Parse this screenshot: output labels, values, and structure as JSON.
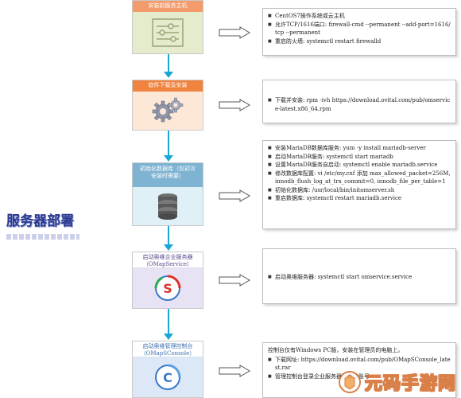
{
  "side_title": {
    "title": "服务器部署",
    "subtitle": ""
  },
  "steps": [
    {
      "title": "安装前服务主机",
      "icon": "sliders-icon",
      "colors": {
        "header": "#f39b6b",
        "body": "#e4eccd"
      }
    },
    {
      "title": "软件下载及安装",
      "icon": "gears-icon",
      "colors": {
        "header": "#f0833f",
        "body": "#fde8d8"
      }
    },
    {
      "title": "初始化数据库（仅初次\n安装时需要）",
      "icon": "database-icon",
      "colors": {
        "header": "#7fb3d2",
        "body": "#dff0f7"
      }
    },
    {
      "title": "启动奥维企业服务器\n（OMapService）",
      "icon": "omap-service-icon",
      "colors": {
        "header": "#ffffff",
        "body": "#e8e3f4"
      }
    },
    {
      "title": "启动奥维管理控制台\n（OMapSConsole）",
      "icon": "omap-console-icon",
      "colors": {
        "header": "#ffffff",
        "body": "#dde8f6"
      }
    }
  ],
  "info": {
    "box1": [
      "CentOS7操作系统或云主机",
      "允许TCP/1616端口: firewall-cmd --permanent --add-port=1616/tcp --permanent",
      "重启防火墙: systemctl restart firewalld"
    ],
    "box2": [
      "下载并安装: rpm -ivh https://download.ovital.com/pub/omservice-latest.x86_64.rpm"
    ],
    "box3": [
      "安装MariaDB数据库服务: yum -y install mariadb-server",
      "启动MariaDB服务: systemctl start mariadb",
      "设置MariaDB服务自启动: systemctl enable mariadb.service",
      "修改数据库配置: vi /etc/my.cnf      添加 max_allowed_packet=256M, innodb_flush_log_at_trx_commit=0, innodb_file_per_table=1",
      "初始化数据库: /usr/local/bin/initomserver.sh",
      "重启数据库: systemctl restart mariadb.service"
    ],
    "box4": [
      "启动奥维服务器: systemctl start omservice.service"
    ],
    "box5_lead": "控制台仅有Windows PC版，安装在管理员的电脑上。",
    "box5": [
      "下载网址: https://download.ovital.com/pub/OMapSConsole_latest.rar",
      "管理控制台登录企业服务器。默认账号"
    ]
  },
  "watermark": {
    "text": "元码手游网"
  },
  "colors": {
    "connector": "#1aa7d6",
    "title_blue": "#2b3a8f",
    "arrow_outline": "#555555"
  }
}
